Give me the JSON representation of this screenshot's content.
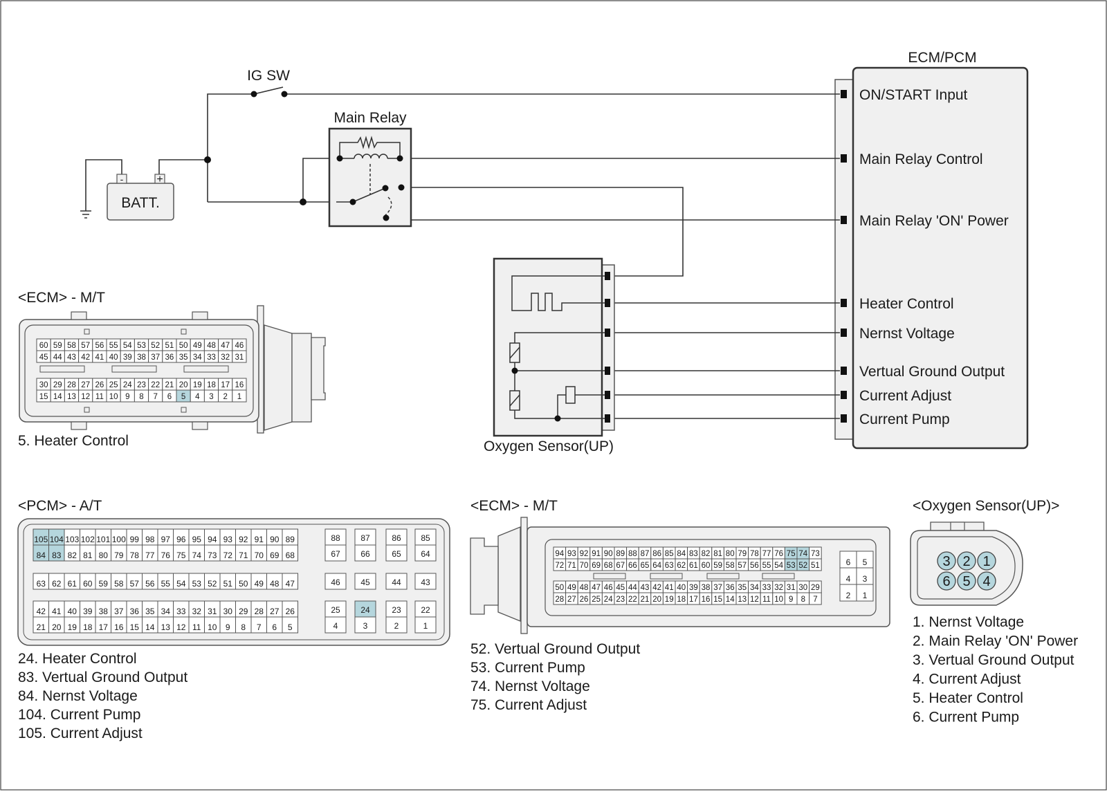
{
  "ecm_pcm": {
    "title": "ECM/PCM",
    "terminals": [
      "ON/START Input",
      "Main Relay Control",
      "Main Relay 'ON' Power",
      "Heater Control",
      "Nernst Voltage",
      "Vertual Ground Output",
      "Current Adjust",
      "Current Pump"
    ]
  },
  "ig_sw": "IG SW",
  "main_relay": "Main Relay",
  "battery": {
    "label": "BATT.",
    "minus": "-",
    "plus": "+"
  },
  "oxygen_sensor_label": "Oxygen Sensor(UP)",
  "highlight_color": "#b5d6dd",
  "ecm_mt_left": {
    "title": "<ECM> - M/T",
    "rows": [
      [
        "60",
        "59",
        "58",
        "57",
        "56",
        "55",
        "54",
        "53",
        "52",
        "51",
        "50",
        "49",
        "48",
        "47",
        "46"
      ],
      [
        "45",
        "44",
        "43",
        "42",
        "41",
        "40",
        "39",
        "38",
        "37",
        "36",
        "35",
        "34",
        "33",
        "32",
        "31"
      ],
      [
        "30",
        "29",
        "28",
        "27",
        "26",
        "25",
        "24",
        "23",
        "22",
        "21",
        "20",
        "19",
        "18",
        "17",
        "16"
      ],
      [
        "15",
        "14",
        "13",
        "12",
        "11",
        "10",
        "9",
        "8",
        "7",
        "6",
        "5",
        "4",
        "3",
        "2",
        "1"
      ]
    ],
    "highlighted": [
      "5"
    ],
    "notes": [
      "5. Heater Control"
    ]
  },
  "pcm_at": {
    "title": "<PCM> - A/T",
    "block_a": [
      [
        "105",
        "104",
        "103",
        "102",
        "101",
        "100",
        "99",
        "98",
        "97",
        "96",
        "95",
        "94",
        "93",
        "92",
        "91",
        "90",
        "89"
      ],
      [
        "84",
        "83",
        "82",
        "81",
        "80",
        "79",
        "78",
        "77",
        "76",
        "75",
        "74",
        "73",
        "72",
        "71",
        "70",
        "69",
        "68"
      ]
    ],
    "block_b": [
      [
        "63",
        "62",
        "61",
        "60",
        "59",
        "58",
        "57",
        "56",
        "55",
        "54",
        "53",
        "52",
        "51",
        "50",
        "49",
        "48",
        "47"
      ]
    ],
    "block_c": [
      [
        "42",
        "41",
        "40",
        "39",
        "38",
        "37",
        "36",
        "35",
        "34",
        "33",
        "32",
        "31",
        "30",
        "29",
        "28",
        "27",
        "26"
      ],
      [
        "21",
        "20",
        "19",
        "18",
        "17",
        "16",
        "15",
        "14",
        "13",
        "12",
        "11",
        "10",
        "9",
        "8",
        "7",
        "6",
        "5"
      ]
    ],
    "right_cols": [
      [
        "88",
        "67",
        "46",
        "25",
        "4"
      ],
      [
        "87",
        "66",
        "45",
        "24",
        "3"
      ],
      [
        "86",
        "65",
        "44",
        "23",
        "2"
      ],
      [
        "85",
        "64",
        "43",
        "22",
        "1"
      ]
    ],
    "highlighted": [
      "105",
      "104",
      "84",
      "83",
      "24"
    ],
    "notes": [
      "24. Heater Control",
      "83. Vertual Ground Output",
      "84. Nernst Voltage",
      "104. Current Pump",
      "105. Current Adjust"
    ]
  },
  "ecm_mt_right": {
    "title": "<ECM> - M/T",
    "rows": [
      [
        "94",
        "93",
        "92",
        "91",
        "90",
        "89",
        "88",
        "87",
        "86",
        "85",
        "84",
        "83",
        "82",
        "81",
        "80",
        "79",
        "78",
        "77",
        "76",
        "75",
        "74",
        "73"
      ],
      [
        "72",
        "71",
        "70",
        "69",
        "68",
        "67",
        "66",
        "65",
        "64",
        "63",
        "62",
        "61",
        "60",
        "59",
        "58",
        "57",
        "56",
        "55",
        "54",
        "53",
        "52",
        "51"
      ],
      [
        "50",
        "49",
        "48",
        "47",
        "46",
        "45",
        "44",
        "43",
        "42",
        "41",
        "40",
        "39",
        "38",
        "37",
        "36",
        "35",
        "34",
        "33",
        "32",
        "31",
        "30",
        "29"
      ],
      [
        "28",
        "27",
        "26",
        "25",
        "24",
        "23",
        "22",
        "21",
        "20",
        "19",
        "18",
        "17",
        "16",
        "15",
        "14",
        "13",
        "12",
        "11",
        "10",
        "9",
        "8",
        "7"
      ]
    ],
    "small_block": [
      [
        "6",
        "5"
      ],
      [
        "4",
        "3"
      ],
      [
        "2",
        "1"
      ]
    ],
    "highlighted": [
      "75",
      "74",
      "53",
      "52"
    ],
    "notes": [
      "52. Vertual Ground Output",
      "53. Current Pump",
      "74. Nernst Voltage",
      "75. Current Adjust"
    ]
  },
  "o2_connector": {
    "title": "<Oxygen Sensor(UP)>",
    "top_pins": [
      "3",
      "2",
      "1"
    ],
    "bottom_pins": [
      "6",
      "5",
      "4"
    ],
    "notes": [
      "1. Nernst Voltage",
      "2. Main Relay 'ON' Power",
      "3. Vertual Ground Output",
      "4. Current Adjust",
      "5. Heater Control",
      "6. Current Pump"
    ]
  }
}
